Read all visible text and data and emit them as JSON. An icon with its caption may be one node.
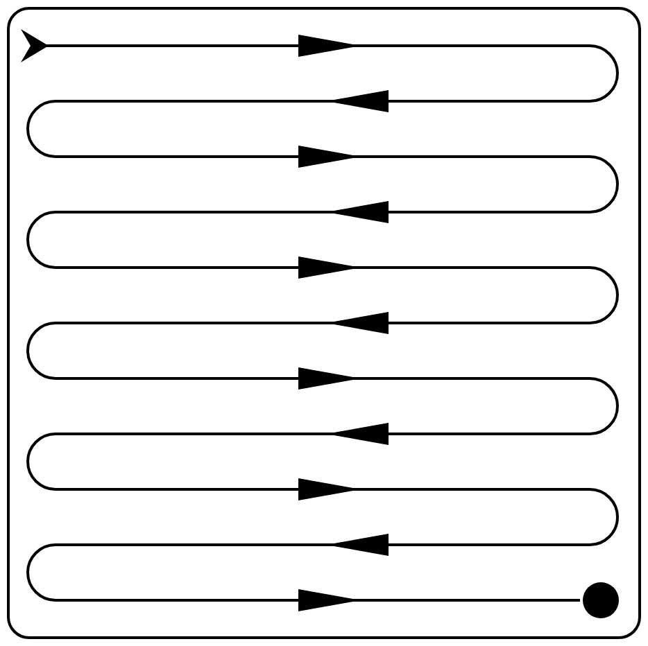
{
  "diagram": {
    "nodes": [
      {
        "text": [],
        "shape": "box"
      },
      {
        "text": [],
        "shape": "circle",
        "in": 0
      }
    ],
    "edges": [
      {
        "from": null,
        "to": 1,
        "arrow": "other"
      }
    ]
  }
}
